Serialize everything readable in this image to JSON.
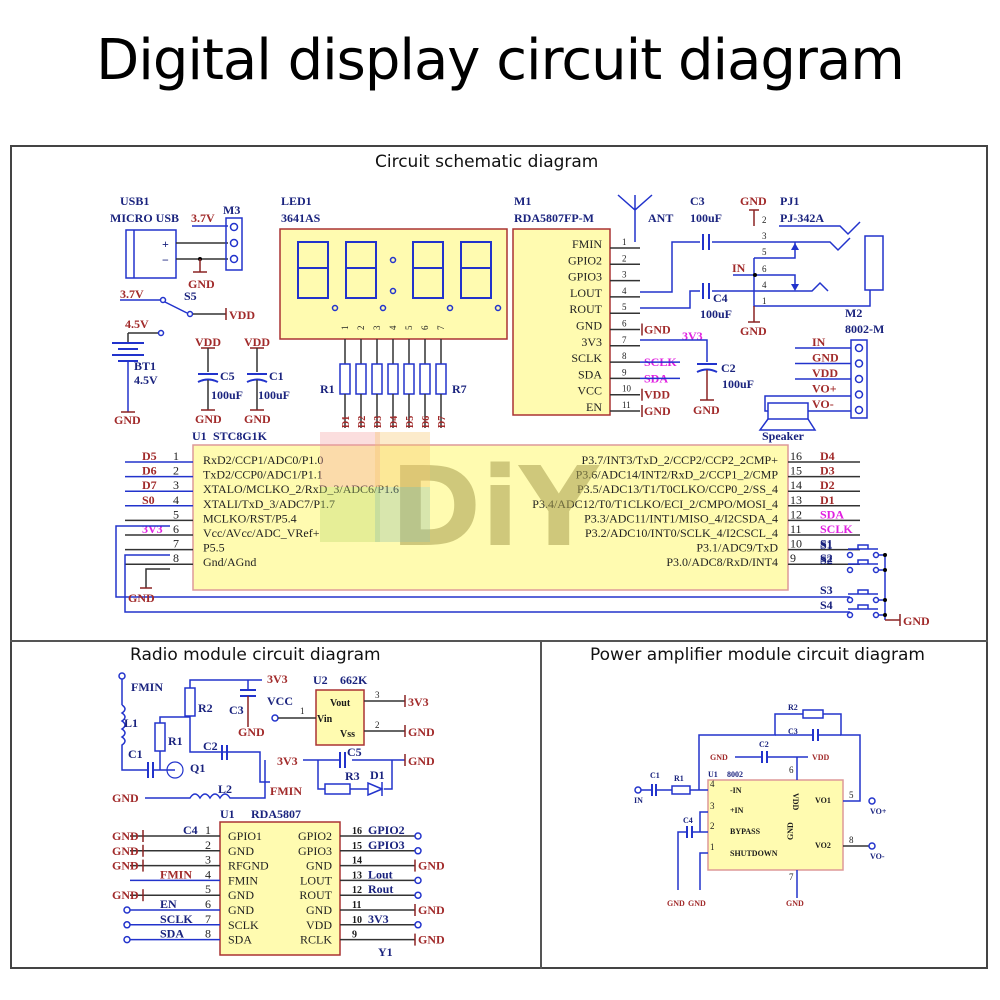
{
  "page_title": "Digital display circuit diagram",
  "sections": {
    "main": "Circuit schematic diagram",
    "radio": "Radio module circuit diagram",
    "amp": "Power amplifier module circuit diagram"
  },
  "watermark": "DiY",
  "main": {
    "usb": {
      "ref": "USB1",
      "name": "MICRO USB",
      "voltage": "3.7V",
      "plus": "+",
      "minus": "−"
    },
    "m3": {
      "ref": "M3"
    },
    "s5": {
      "ref": "S5",
      "in": "3.7V",
      "out": "VDD"
    },
    "bt1": {
      "ref": "BT1",
      "value": "4.5V",
      "label": "4.5V"
    },
    "c5": {
      "ref": "C5",
      "value": "100uF",
      "top": "VDD",
      "bottom": "GND"
    },
    "c1": {
      "ref": "C1",
      "value": "100uF",
      "top": "VDD",
      "bottom": "GND"
    },
    "gnd": "GND",
    "led": {
      "ref": "LED1",
      "part": "3641AS",
      "pins": [
        "1",
        "2",
        "3",
        "4",
        "5",
        "6",
        "7"
      ]
    },
    "resistors": {
      "first": "R1",
      "last": "R7",
      "nets": [
        "D1",
        "D2",
        "D3",
        "D4",
        "D5",
        "D6",
        "D7"
      ]
    },
    "m1": {
      "ref": "M1",
      "part": "RDA5807FP-M",
      "ant": "ANT",
      "pins": [
        {
          "num": "1",
          "name": "FMIN",
          "net": ""
        },
        {
          "num": "2",
          "name": "GPIO2",
          "net": ""
        },
        {
          "num": "3",
          "name": "GPIO3",
          "net": ""
        },
        {
          "num": "4",
          "name": "LOUT",
          "net": ""
        },
        {
          "num": "5",
          "name": "ROUT",
          "net": ""
        },
        {
          "num": "6",
          "name": "GND",
          "net": "GND"
        },
        {
          "num": "7",
          "name": "3V3",
          "net": "3V3"
        },
        {
          "num": "8",
          "name": "SCLK",
          "net": "SCLK"
        },
        {
          "num": "9",
          "name": "SDA",
          "net": "SDA"
        },
        {
          "num": "10",
          "name": "VCC",
          "net": "VDD"
        },
        {
          "num": "11",
          "name": "EN",
          "net": "GND"
        }
      ]
    },
    "c3": {
      "ref": "C3",
      "value": "100uF"
    },
    "c4": {
      "ref": "C4",
      "value": "100uF"
    },
    "c2": {
      "ref": "C2",
      "value": "100uF",
      "net": "3V3"
    },
    "pj1": {
      "ref": "PJ1",
      "part": "PJ-342A",
      "in": "IN",
      "pins": [
        "2",
        "3",
        "5",
        "6",
        "4",
        "1"
      ]
    },
    "m2": {
      "ref": "M2",
      "part": "8002-M",
      "pins": [
        "IN",
        "GND",
        "VDD",
        "VO+",
        "VO-"
      ]
    },
    "speaker": "Speaker",
    "u1": {
      "ref": "U1",
      "part": "STC8G1K",
      "left": [
        {
          "num": "1",
          "name": "RxD2/CCP1/ADC0/P1.0",
          "net": "D5"
        },
        {
          "num": "2",
          "name": "TxD2/CCP0/ADC1/P1.1",
          "net": "D6"
        },
        {
          "num": "3",
          "name": "XTALO/MCLKO_2/RxD_3/ADC6/P1.6",
          "net": "D7"
        },
        {
          "num": "4",
          "name": "XTALI/TxD_3/ADC7/P1.7",
          "net": "S0"
        },
        {
          "num": "5",
          "name": "MCLKO/RST/P5.4",
          "net": ""
        },
        {
          "num": "6",
          "name": "Vcc/AVcc/ADC_VRef+",
          "net": "3V3"
        },
        {
          "num": "7",
          "name": "P5.5",
          "net": ""
        },
        {
          "num": "8",
          "name": "Gnd/AGnd",
          "net": "GND"
        }
      ],
      "right": [
        {
          "num": "16",
          "name": "P3.7/INT3/TxD_2/CCP2/CCP2_2CMP+",
          "net": "D4"
        },
        {
          "num": "15",
          "name": "P3.6/ADC14/INT2/RxD_2/CCP1_2/CMP",
          "net": "D3"
        },
        {
          "num": "14",
          "name": "P3.5/ADC13/T1/T0CLKO/CCP0_2/SS_4",
          "net": "D2"
        },
        {
          "num": "13",
          "name": "P3.4/ADC12/T0/T1CLKO/ECI_2/CMPO/MOSI_4",
          "net": "D1"
        },
        {
          "num": "12",
          "name": "P3.3/ADC11/INT1/MISO_4/I2CSDA_4",
          "net": "SDA"
        },
        {
          "num": "11",
          "name": "P3.2/ADC10/INT0/SCLK_4/I2CSCL_4",
          "net": "SCLK"
        },
        {
          "num": "10",
          "name": "P3.1/ADC9/TxD",
          "net": "S1"
        },
        {
          "num": "9",
          "name": "P3.0/ADC8/RxD/INT4",
          "net": "S2"
        }
      ]
    },
    "switches": [
      "S1",
      "S2",
      "S3",
      "S4"
    ]
  },
  "radio": {
    "fmin": "FMIN",
    "l1": "L1",
    "l2": "L2",
    "c1": "C1",
    "c2": "C2",
    "c3": "C3",
    "r1": "R1",
    "r2": "R2",
    "q1": "Q1",
    "v3v3": "3V3",
    "vcc": "VCC",
    "gnd": "GND",
    "u2": {
      "ref": "U2",
      "part": "662K",
      "vin": "Vin",
      "vout": "Vout",
      "vss": "Vss",
      "p1": "1",
      "p2": "2",
      "p3": "3"
    },
    "c5": "C5",
    "r3": "R3",
    "d1": "D1",
    "u1": {
      "ref": "U1",
      "part": "RDA5807",
      "left": [
        {
          "num": "1",
          "name": "GPIO1",
          "net": "GND"
        },
        {
          "num": "2",
          "name": "GND",
          "net": "GND"
        },
        {
          "num": "3",
          "name": "RFGND",
          "net": "GND"
        },
        {
          "num": "4",
          "name": "FMIN",
          "net": "FMIN"
        },
        {
          "num": "5",
          "name": "GND",
          "net": "GND"
        },
        {
          "num": "6",
          "name": "GND",
          "net": "EN"
        },
        {
          "num": "7",
          "name": "SCLK",
          "net": "SCLK"
        },
        {
          "num": "8",
          "name": "SDA",
          "net": "SDA"
        }
      ],
      "right": [
        {
          "num": "16",
          "name": "GPIO2",
          "net": "GPIO2"
        },
        {
          "num": "15",
          "name": "GPIO3",
          "net": "GPIO3"
        },
        {
          "num": "14",
          "name": "GND",
          "net": "GND"
        },
        {
          "num": "13",
          "name": "LOUT",
          "net": "Lout"
        },
        {
          "num": "12",
          "name": "ROUT",
          "net": "Rout"
        },
        {
          "num": "11",
          "name": "GND",
          "net": "GND"
        },
        {
          "num": "10",
          "name": "VDD",
          "net": "3V3"
        },
        {
          "num": "9",
          "name": "RCLK",
          "net": "GND"
        }
      ],
      "c4": "C4",
      "y1": "Y1"
    }
  },
  "amp": {
    "u1": {
      "ref": "U1",
      "part": "8002",
      "pins": {
        "inm": "-IN",
        "inp": "+IN",
        "bypass": "BYPASS",
        "shutdown": "SHUTDOWN",
        "vdd": "VDD",
        "gnd": "GND",
        "vo1": "VO1",
        "vo2": "VO2"
      },
      "nums": {
        "inm": "4",
        "inp": "3",
        "bypass": "2",
        "shutdown": "1",
        "vdd": "6",
        "gnd": "7",
        "vo1": "5",
        "vo2": "8"
      }
    },
    "c1": "C1",
    "r1": "R1",
    "c2": "C2",
    "c3": "C3",
    "c4": "C4",
    "r2": "R2",
    "in": "IN",
    "vop": "VO+",
    "vom": "VO-",
    "gnd": "GND",
    "vdd": "VDD"
  }
}
